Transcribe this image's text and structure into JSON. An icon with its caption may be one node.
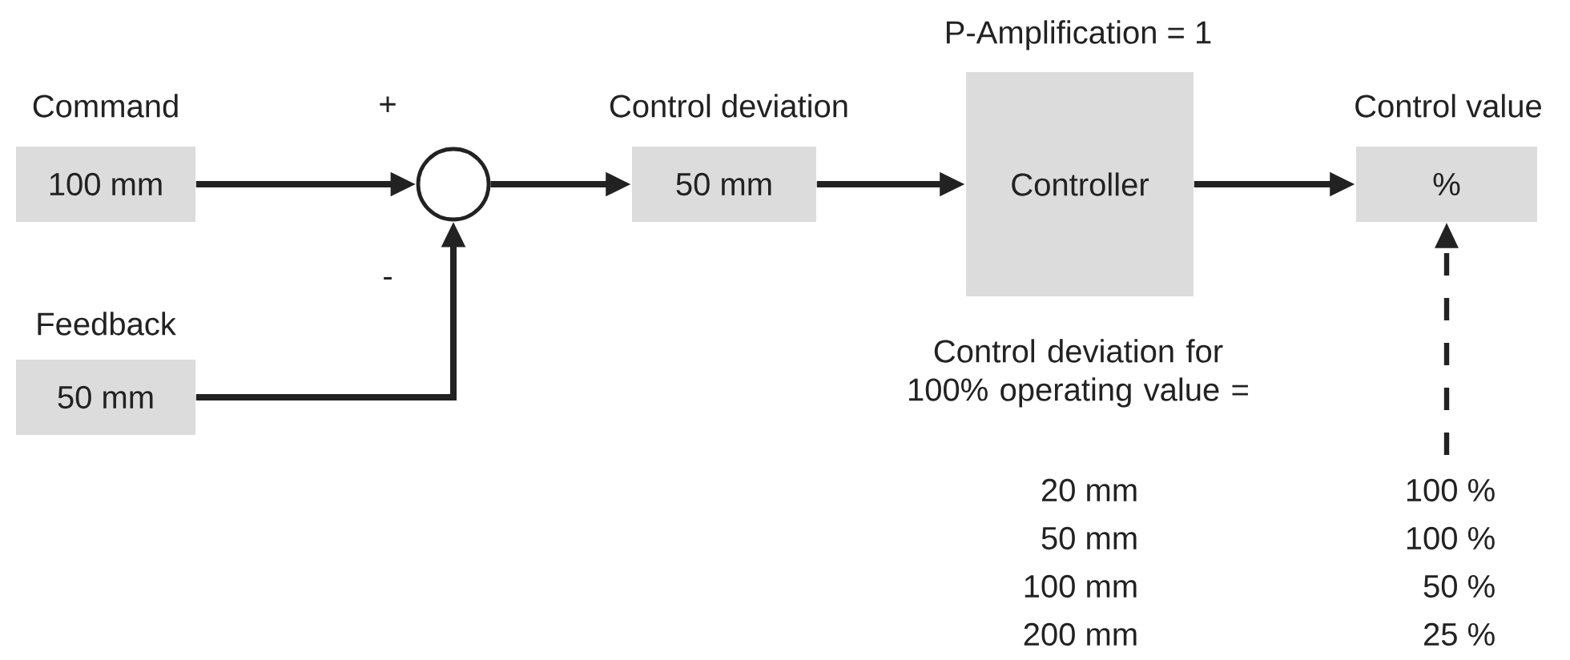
{
  "diagram": {
    "nodes": [
      {
        "text": [
          "Command",
          "100 mm"
        ]
      },
      {
        "text": [
          "Feedback",
          "50 mm"
        ]
      },
      {
        "text": [],
        "shape": "circle"
      },
      {
        "text": [
          "Control deviation",
          "50 mm"
        ]
      },
      {
        "text": [
          "P-Amplification = 1",
          "Controller"
        ]
      },
      {
        "text": [
          "Control value",
          "%"
        ]
      }
    ],
    "edges": [
      {
        "from": 0,
        "to": 2,
        "arrow": "to"
      },
      {
        "from": 1,
        "to": 2,
        "arrow": "to"
      },
      {
        "from": 2,
        "to": 3,
        "arrow": "to"
      },
      {
        "from": 3,
        "to": 4,
        "arrow": "to"
      },
      {
        "from": 4,
        "to": 5,
        "arrow": "to"
      },
      {
        "from": null,
        "to": 5,
        "arrow": "to",
        "style": "dashed"
      }
    ],
    "labels": [
      "+",
      "-",
      "Control deviation for 100% operating value =",
      "20 mm",
      "100 %",
      "50 mm",
      "100 %",
      "100 mm",
      "50 %",
      "200 mm",
      "25 %"
    ]
  }
}
